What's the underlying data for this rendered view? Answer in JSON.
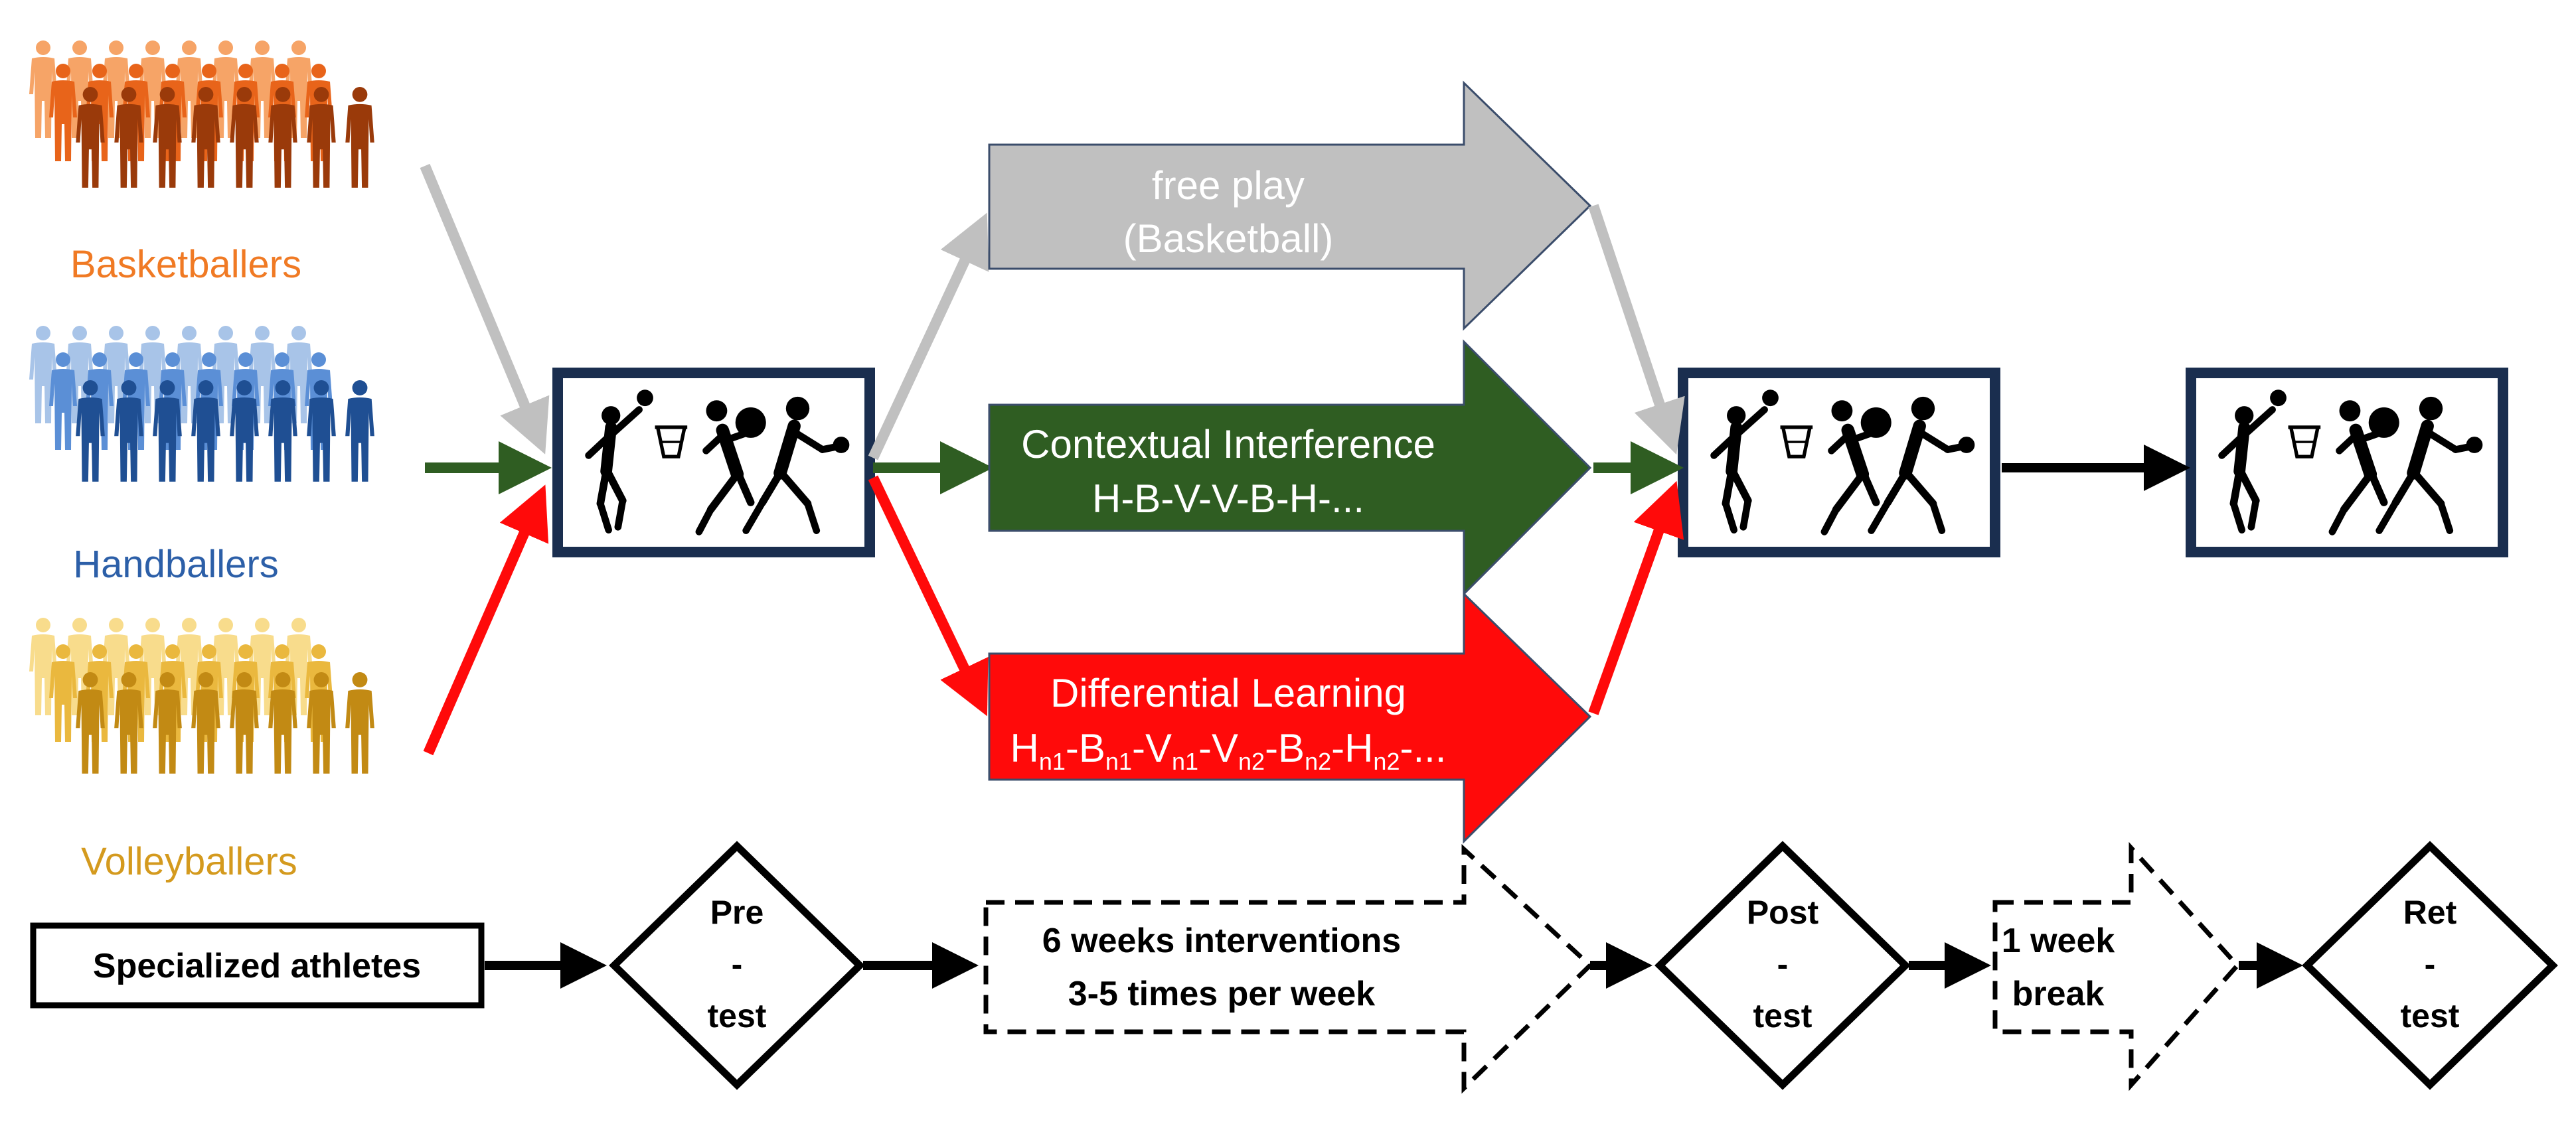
{
  "groups": [
    {
      "label": "Basketballers",
      "color": "#f07a24",
      "fig_light": "#f6a467",
      "fig_mid": "#e8641a",
      "fig_dark": "#9a3a0a"
    },
    {
      "label": "Handballers",
      "color": "#2c5fa8",
      "fig_light": "#a8c4e8",
      "fig_mid": "#5b8fd6",
      "fig_dark": "#1f4f93"
    },
    {
      "label": "Volleyballers",
      "color": "#d49a1e",
      "fig_light": "#f8dc8c",
      "fig_mid": "#eab83e",
      "fig_dark": "#c28a14"
    }
  ],
  "interventions": {
    "free_play": {
      "line1": "free play",
      "line2": "(Basketball)",
      "color": "#c0c0c0"
    },
    "contextual": {
      "line1": "Contextual Interference",
      "line2": "H-B-V-V-B-H-...",
      "color": "#2f5d22"
    },
    "differential": {
      "line1": "Differential Learning",
      "line2_parts": [
        "H",
        "n1",
        "-B",
        "n1",
        "-V",
        "n1",
        "-V",
        "n2",
        "-B",
        "n2",
        "-H",
        "n2",
        "-..."
      ],
      "color": "#ff0a0a"
    }
  },
  "timeline": {
    "start_label": "Specialized athletes",
    "pre_test": [
      "Pre",
      "-",
      "test"
    ],
    "intervention_line1": "6 weeks interventions",
    "intervention_line2": "3-5 times per week",
    "post_test": [
      "Post",
      "-",
      "test"
    ],
    "break_line1": "1 week",
    "break_line2": "break",
    "ret_test": [
      "Ret",
      "-",
      "test"
    ]
  },
  "colors": {
    "navy": "#1a2e4f",
    "gray": "#c0c0c0",
    "green": "#2f5d22",
    "red": "#ff0a0a",
    "black": "#000000"
  },
  "icons": [
    "sport-pictogram-icon",
    "group-people-icon"
  ]
}
